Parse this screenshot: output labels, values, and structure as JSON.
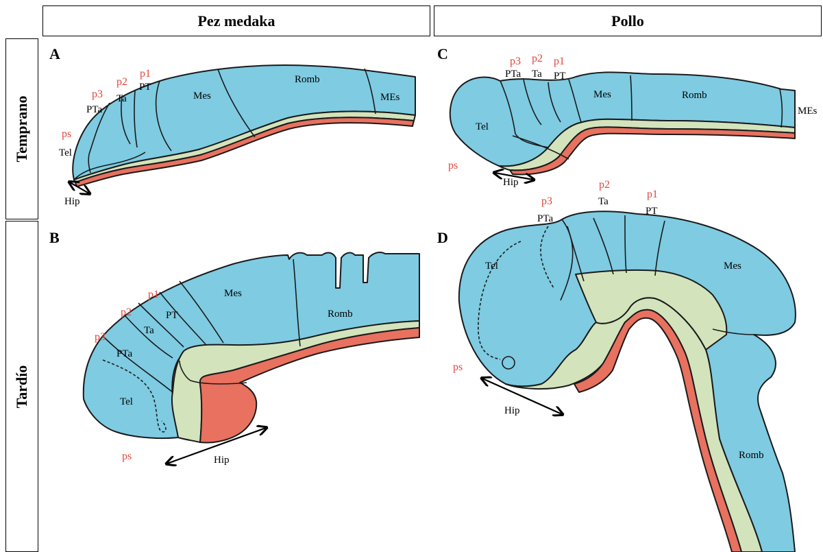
{
  "columns": {
    "left": "Pez medaka",
    "right": "Pollo"
  },
  "rows": {
    "top": "Temprano",
    "bottom": "Tardío"
  },
  "panels": {
    "A": {
      "letter": "A",
      "regions": {
        "tel": "Tel",
        "pta": "PTa",
        "ta": "Ta",
        "pt": "PT",
        "mes": "Mes",
        "romb": "Romb",
        "mes2": "MEs"
      },
      "prosomeres": {
        "ps": "ps",
        "p3": "p3",
        "p2": "p2",
        "p1": "p1"
      },
      "hip": "Hip"
    },
    "B": {
      "letter": "B",
      "regions": {
        "tel": "Tel",
        "pta": "PTa",
        "ta": "Ta",
        "pt": "PT",
        "mes": "Mes",
        "romb": "Romb"
      },
      "prosomeres": {
        "ps": "ps",
        "p3": "p3",
        "p2": "p2",
        "p1": "p1"
      },
      "hip": "Hip"
    },
    "C": {
      "letter": "C",
      "regions": {
        "tel": "Tel",
        "pta": "PTa",
        "ta": "Ta",
        "pt": "PT",
        "mes": "Mes",
        "romb": "Romb",
        "mes2": "MEs"
      },
      "prosomeres": {
        "ps": "ps",
        "p3": "p3",
        "p2": "p2",
        "p1": "p1"
      },
      "hip": "Hip"
    },
    "D": {
      "letter": "D",
      "regions": {
        "tel": "Tel",
        "pta": "PTa",
        "ta": "Ta",
        "pt": "PT",
        "mes": "Mes",
        "romb": "Romb"
      },
      "prosomeres": {
        "ps": "ps",
        "p3": "p3",
        "p2": "p2",
        "p1": "p1"
      },
      "hip": "Hip"
    }
  },
  "colors": {
    "neural_tube": "#7ecbe2",
    "basal_layer": "#d3e3bc",
    "floor_layer": "#e8715f",
    "prosomere_label": "#e0463a"
  }
}
